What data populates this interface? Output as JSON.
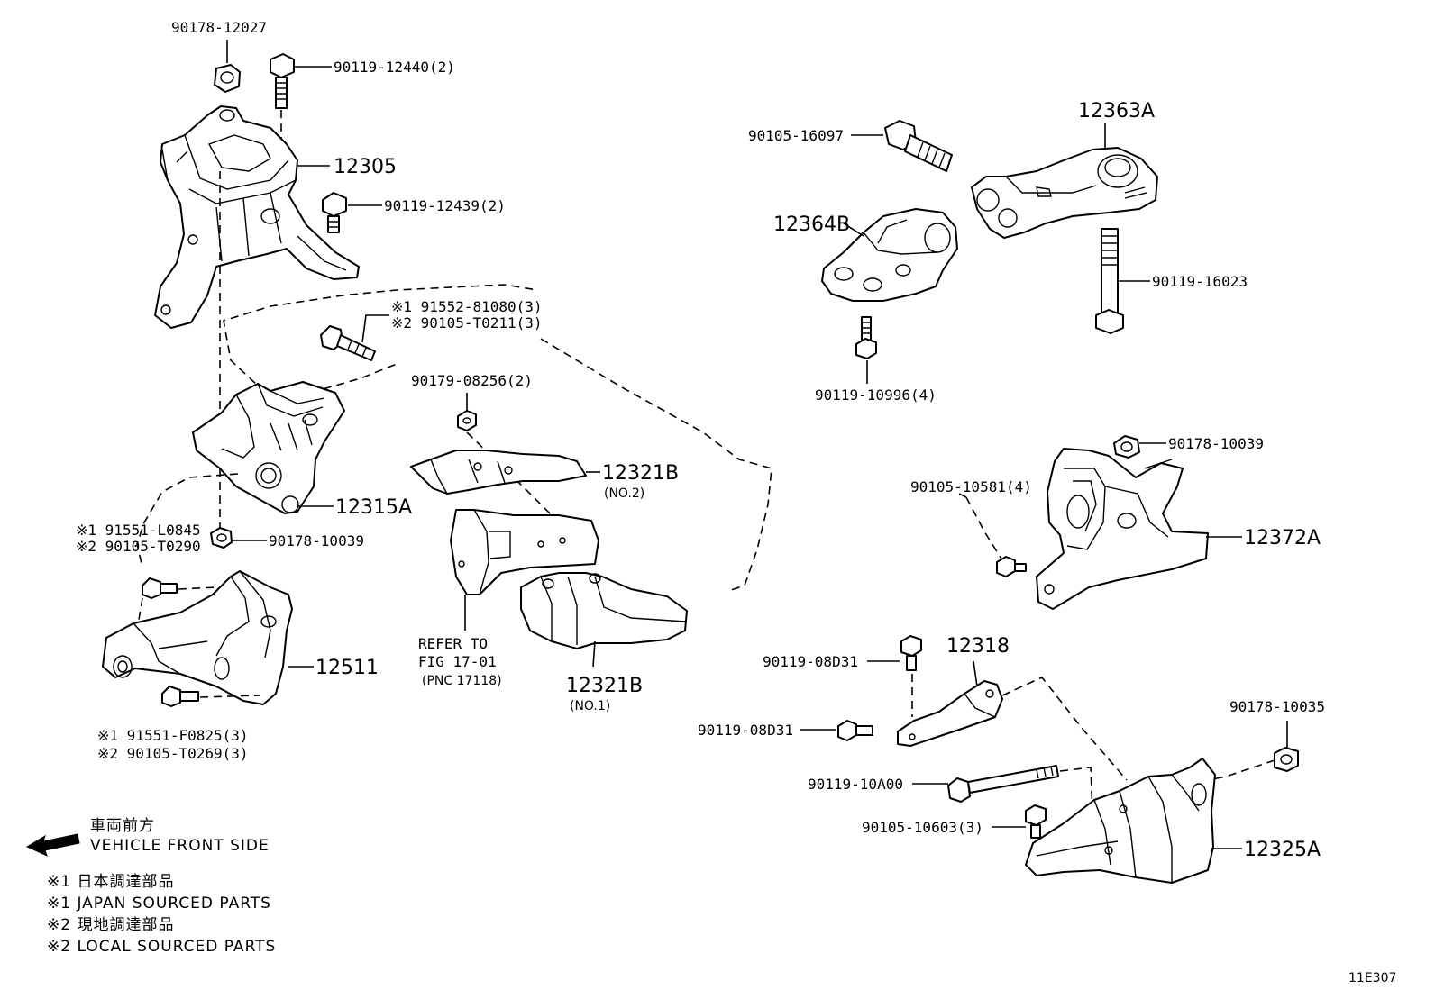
{
  "labels": {
    "p_90178_12027": "90178-12027",
    "p_90119_12440": "90119-12440(2)",
    "p_12305": "12305",
    "p_90119_12439": "90119-12439(2)",
    "p_191552_81080": "※1 91552-81080(3)",
    "p_290105_T0211": "※2 90105-T0211(3)",
    "p_90179_08256": "90179-08256(2)",
    "p_12315A": "12315A",
    "p_12321B_no2": "12321B",
    "p_no2": "(NO.2)",
    "p_191551_L0845": "※1 91551-L0845",
    "p_290105_T0290": "※2 90105-T0290",
    "p_90178_10039_a": "90178-10039",
    "p_12511": "12511",
    "refer_to": "REFER TO",
    "refer_fig": "FIG 17-01",
    "refer_pnc": "(PNC 17118)",
    "p_12321B_no1": "12321B",
    "p_no1": "(NO.1)",
    "p_191551_F0825": "※1 91551-F0825(3)",
    "p_290105_T0269": "※2 90105-T0269(3)",
    "p_12363A": "12363A",
    "p_90105_16097": "90105-16097",
    "p_12364B": "12364B",
    "p_90119_16023": "90119-16023",
    "p_90119_10996": "90119-10996(4)",
    "p_90178_10039_b": "90178-10039",
    "p_90105_10581": "90105-10581(4)",
    "p_12372A": "12372A",
    "p_12318": "12318",
    "p_90119_08D31_a": "90119-08D31",
    "p_90119_08D31_b": "90119-08D31",
    "p_90178_10035": "90178-10035",
    "p_90119_10A00": "90119-10A00",
    "p_90105_10603": "90105-10603(3)",
    "p_12325A": "12325A"
  },
  "legend": {
    "front_jp": "車両前方",
    "front_en": "VEHICLE FRONT SIDE",
    "note1_jp": "※1 日本調達部品",
    "note1_en": "※1 JAPAN SOURCED PARTS",
    "note2_jp": "※2 現地調達部品",
    "note2_en": "※2 LOCAL SOURCED PARTS"
  },
  "figure_id": "11E307"
}
